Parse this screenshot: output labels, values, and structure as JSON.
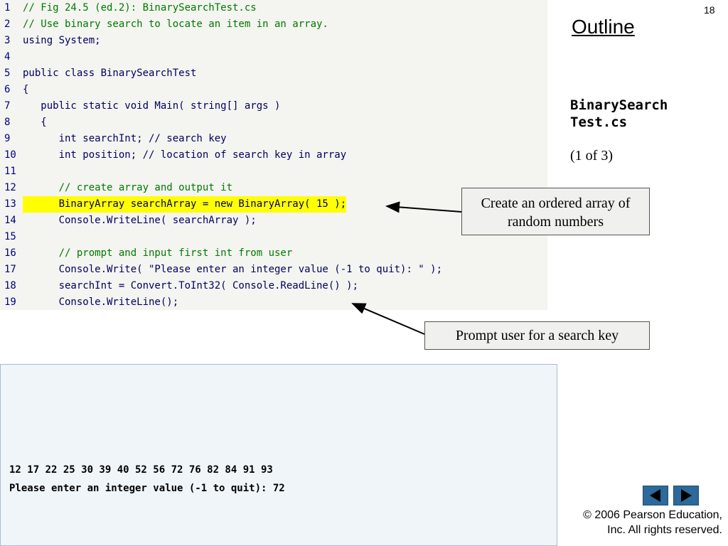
{
  "slide": {
    "page_number": "18",
    "outline_title": "Outline",
    "file_name_line1": "BinarySearch",
    "file_name_line2": "Test.cs",
    "page_count": "(1 of 3)",
    "callouts": [
      {
        "line1": "Create an ordered array of",
        "line2": "random numbers"
      },
      {
        "line1": "Prompt user for a search key"
      }
    ],
    "copyright_line1": "© 2006 Pearson Education,",
    "copyright_line2": "Inc.  All rights reserved."
  },
  "code": {
    "lines": [
      {
        "num": "1",
        "text": "// Fig 24.5 (ed.2): BinarySearchTest.cs"
      },
      {
        "num": "2",
        "text": "// Use binary search to locate an item in an array."
      },
      {
        "num": "3",
        "text": "using System;"
      },
      {
        "num": "4",
        "text": ""
      },
      {
        "num": "5",
        "text": "public class BinarySearchTest"
      },
      {
        "num": "6",
        "text": "{"
      },
      {
        "num": "7",
        "text": "   public static void Main( string[] args )"
      },
      {
        "num": "8",
        "text": "   {"
      },
      {
        "num": "9",
        "text": "      int searchInt; // search key"
      },
      {
        "num": "10",
        "text": "      int position; // location of search key in array"
      },
      {
        "num": "11",
        "text": ""
      },
      {
        "num": "12",
        "text": "      // create array and output it"
      },
      {
        "num": "13",
        "text": "      BinaryArray searchArray = new BinaryArray( 15 );"
      },
      {
        "num": "14",
        "text": "      Console.WriteLine( searchArray );"
      },
      {
        "num": "15",
        "text": ""
      },
      {
        "num": "16",
        "text": "      // prompt and input first int from user"
      },
      {
        "num": "17",
        "text": "      Console.Write( \"Please enter an integer value (-1 to quit): \" );"
      },
      {
        "num": "18",
        "text": "      searchInt = Convert.ToInt32( Console.ReadLine() );"
      },
      {
        "num": "19",
        "text": "      Console.WriteLine();"
      }
    ]
  },
  "output": {
    "lines": [
      "12 17 22 25 30 39 40 52 56 72 76 82 84 91 93",
      "Please enter an integer value (-1 to quit): 72"
    ]
  },
  "colors": {
    "highlight": "#ffff00",
    "nav_button": "#2b6a9a"
  },
  "icons": {
    "prev": "triangle-left-icon",
    "next": "triangle-right-icon"
  }
}
